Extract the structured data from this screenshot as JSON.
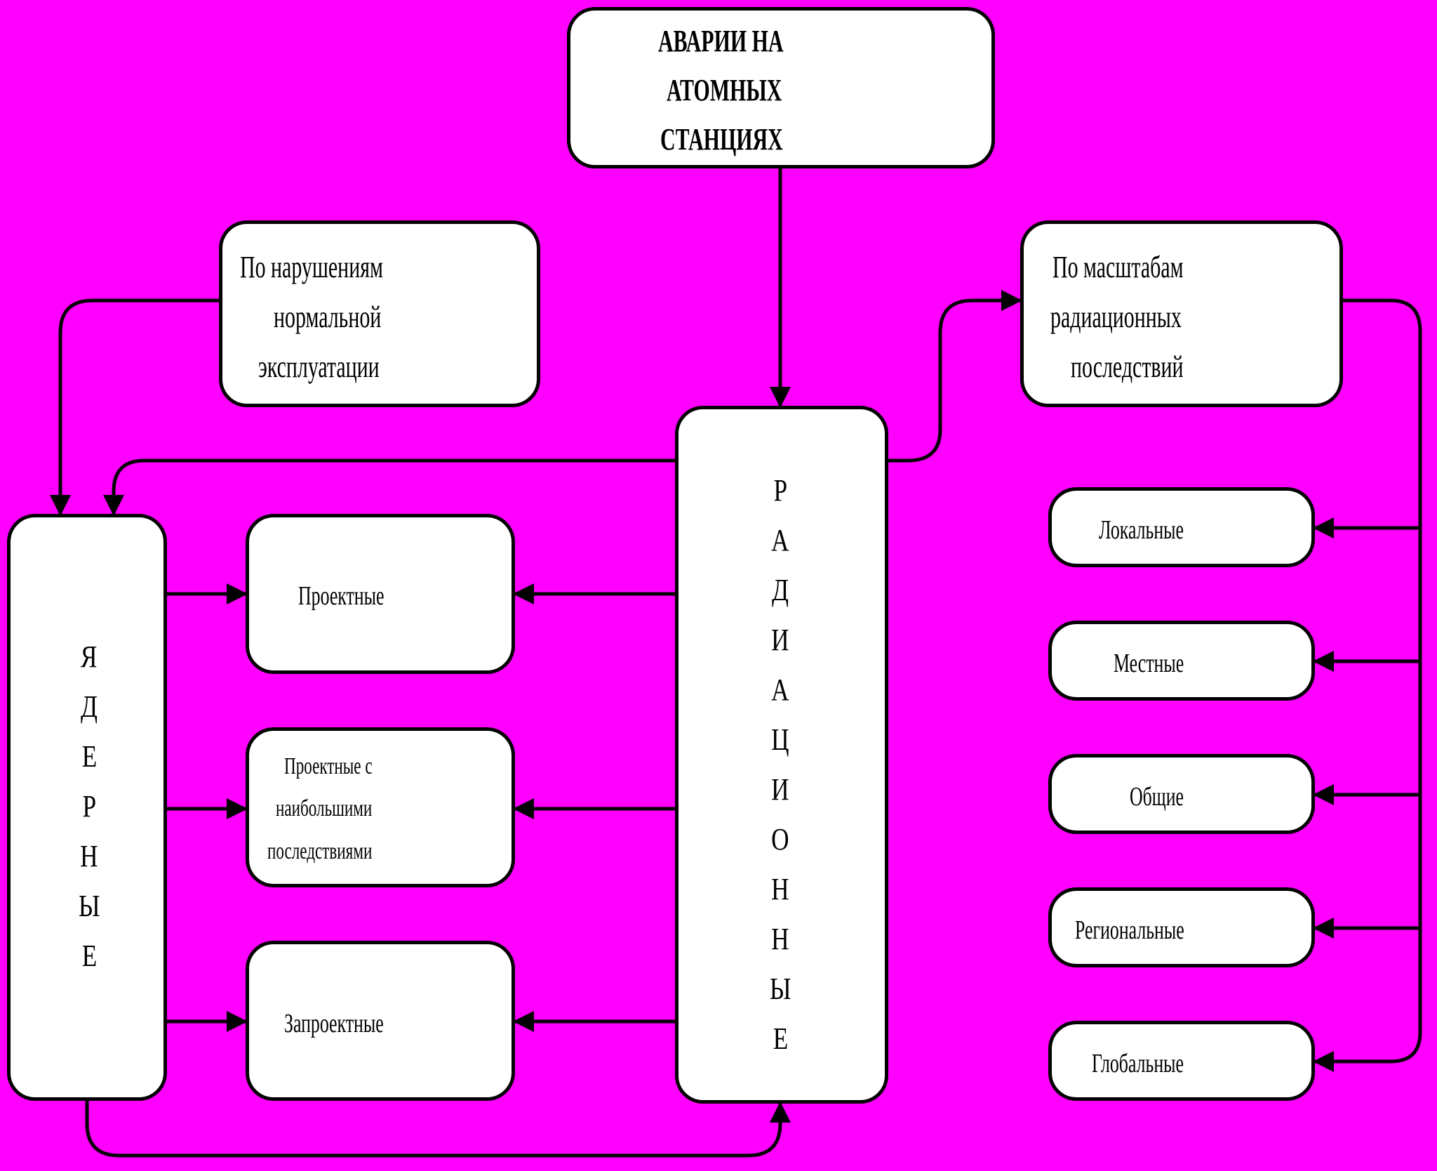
{
  "root": {
    "lines": [
      "АВАРИИ НА",
      "АТОМНЫХ",
      "СТАНЦИЯХ"
    ]
  },
  "violations": {
    "lines": [
      "По нарушениям",
      "нормальной",
      "эксплуатации"
    ]
  },
  "scale": {
    "lines": [
      "По масштабам",
      "радиационных",
      "последствий"
    ]
  },
  "nuclear": {
    "letters": [
      "Я",
      "Д",
      "Е",
      "Р",
      "Н",
      "Ы",
      "Е"
    ]
  },
  "radiation": {
    "letters": [
      "Р",
      "А",
      "Д",
      "И",
      "А",
      "Ц",
      "И",
      "О",
      "Н",
      "Н",
      "Ы",
      "Е"
    ]
  },
  "design": {
    "label": "Проектные"
  },
  "design_max": {
    "lines": [
      "Проектные с",
      "наибольшими",
      "последствиями"
    ]
  },
  "beyond_design": {
    "label": "Запроектные"
  },
  "scale_items": [
    "Локальные",
    "Местные",
    "Общие",
    "Региональные",
    "Глобальные"
  ],
  "colors": {
    "background": "#FF00FF",
    "box": "#FFFFFF",
    "stroke": "#000000"
  }
}
